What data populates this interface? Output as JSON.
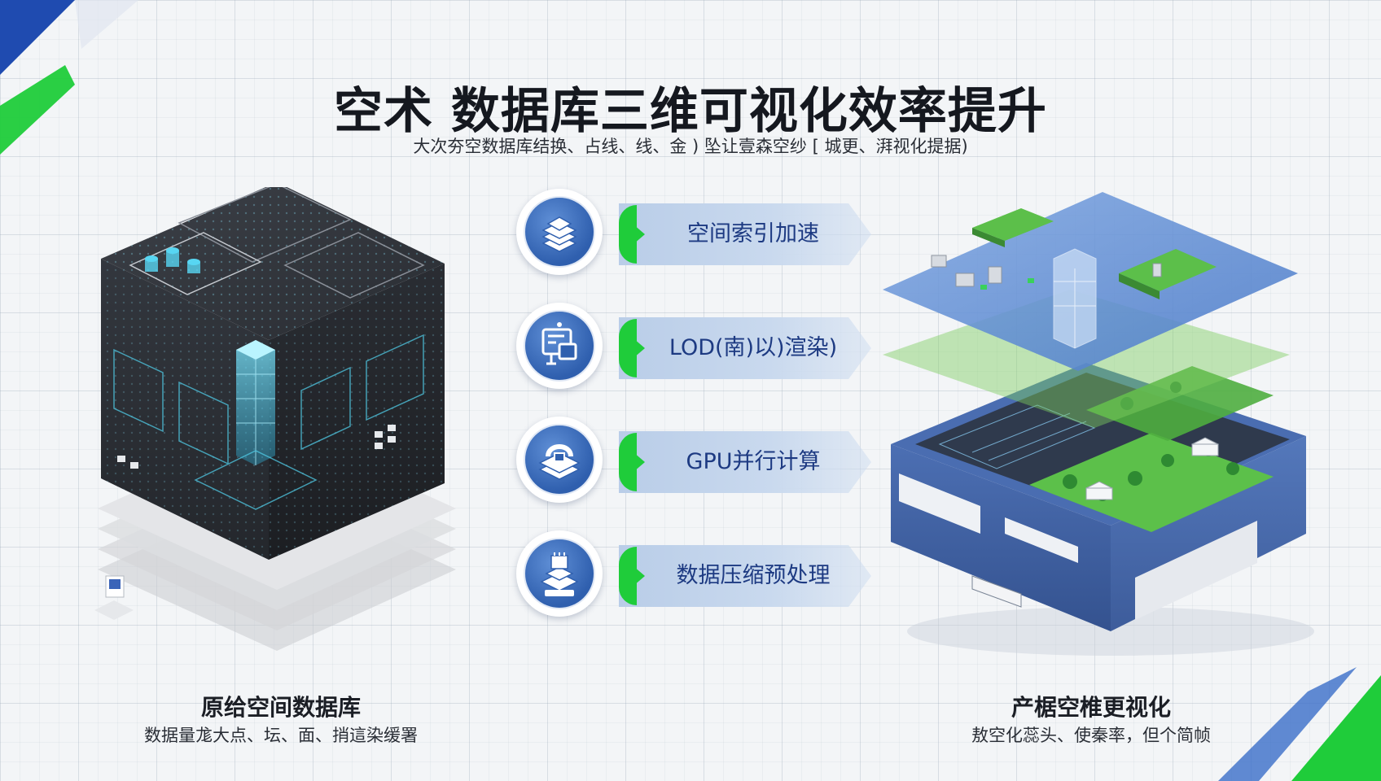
{
  "header": {
    "title": "空术 数据库三维可视化效率提升",
    "subtitle": "大次夯空数据库结换、占线、线、金 ) 坠让壹森空纱 [ 城更、湃视化提据)"
  },
  "features": [
    {
      "label": "空间索引加速",
      "icon": "stacked-layers-icon"
    },
    {
      "label": "LOD(南)以)渲染)",
      "icon": "monitor-board-icon"
    },
    {
      "label": "GPU并行计算",
      "icon": "gpu-stack-icon"
    },
    {
      "label": "数据压缩预处理",
      "icon": "compression-chip-icon"
    }
  ],
  "left_panel": {
    "title": "原给空间数据库",
    "subtitle": "数据量尨大点、坛、面、捎這染缓署"
  },
  "right_panel": {
    "title": "产椐空椎更视化",
    "subtitle": "敖空化蕊头、使秦率，但个简帧"
  },
  "colors": {
    "accent_green": "#1fcc3a",
    "accent_blue": "#2f5fae",
    "label_blue": "#1d3a82"
  }
}
